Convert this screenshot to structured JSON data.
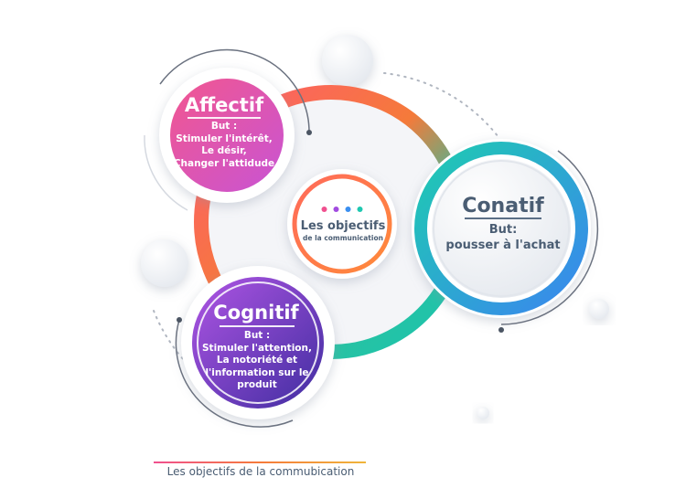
{
  "center": {
    "title": "Les objectifs",
    "subtitle": "de la communication"
  },
  "nodes": {
    "affectif": {
      "title": "Affectif",
      "body": [
        "But :",
        "Stimuler l'intérêt,",
        "Le désir,",
        "Changer l'attidude"
      ]
    },
    "conatif": {
      "title": "Conatif",
      "body": [
        "But:",
        "pousser à l'achat"
      ]
    },
    "cognitif": {
      "title": "Cognitif",
      "body": [
        "But :",
        "Stimuler l'attention,",
        "La notoriété et",
        "l'information sur le",
        "produit"
      ]
    }
  },
  "caption": "Les objectifs de la commubication",
  "colors": {
    "affectif": [
      "#f0508f",
      "#c94fd6"
    ],
    "conatif": [
      "#1ec8b0",
      "#3a8ff0"
    ],
    "cognitif": [
      "#a24be0",
      "#4630a8"
    ],
    "dots": [
      "#f0508f",
      "#a24be0",
      "#3a8ff0",
      "#1ec8b0"
    ],
    "text": "#4a5d73"
  }
}
